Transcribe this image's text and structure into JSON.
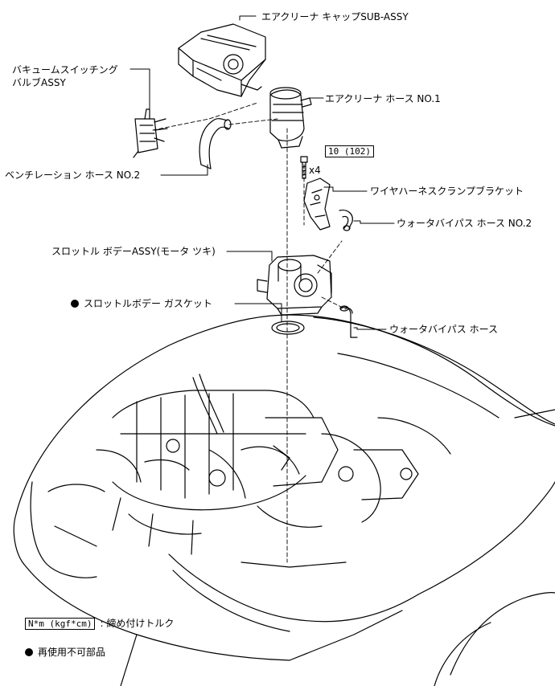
{
  "labels": {
    "air_cleaner_cap": "エアクリーナ キャップSUB-ASSY",
    "vsv_line1": "バキュームスイッチング",
    "vsv_line2": "バルブASSY",
    "air_cleaner_hose": "エアクリーナ ホース NO.1",
    "ventilation_hose": "ベンチレーション ホース NO.2",
    "wire_harness_bracket": "ワイヤハーネスクランプブラケット",
    "water_bypass_hose_no2": "ウォータバイパス ホース NO.2",
    "throttle_body": "スロットル ボデーASSY(モータ ツキ)",
    "throttle_gasket": "スロットルボデー ガスケット",
    "water_bypass_hose": "ウォータバイパス ホース"
  },
  "torque": {
    "value": "10 (102)",
    "quantity": "x4"
  },
  "legend": {
    "torque_unit": "N*m (kgf*cm)",
    "torque_desc": ": 締め付けトルク",
    "nonreusable_desc": "再使用不可部品"
  },
  "colors": {
    "line": "#000000",
    "background": "#ffffff"
  }
}
